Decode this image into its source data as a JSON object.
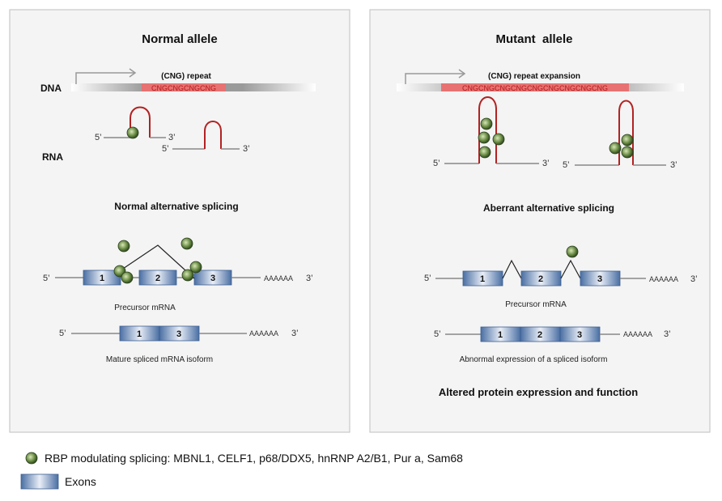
{
  "left_panel": {
    "title": "Normal allele",
    "dna_label": "DNA",
    "rna_label": "RNA",
    "repeat_label": "(CNG) repeat",
    "repeat_seq": "CNGCNGCNGCNG",
    "splicing_title": "Normal alternative splicing",
    "precursor_label": "Precursor mRNA",
    "mature_label": "Mature spliced mRNA isoform",
    "end5": "5’",
    "end3": "3’",
    "polyA": "AAAAAA",
    "exon1": "1",
    "exon2": "2",
    "exon3": "3"
  },
  "right_panel": {
    "title": "Mutant  allele",
    "repeat_label": "(CNG) repeat expansion",
    "repeat_seq": "CNGCNGCNGCNGCNGCNGCNGCNGCNG",
    "splicing_title": "Aberrant alternative splicing",
    "precursor_label": "Precursor mRNA",
    "isoform_label": "Abnormal expression of a spliced isoform",
    "outcome": "Altered protein expression and function",
    "end5": "5’",
    "end3": "3’",
    "polyA": "AAAAAA",
    "exon1": "1",
    "exon2": "2",
    "exon3": "3"
  },
  "legend": {
    "rbp_text": "RBP modulating splicing: MBNL1, CELF1, p68/DDX5, hnRNP A2/B1, Pur a, Sam68",
    "exon_text": "Exons"
  },
  "colors": {
    "panel_bg": "#f4f4f4",
    "panel_border": "#c9c9c9",
    "repeat_red": "#e05555",
    "hairpin_red": "#b22222",
    "rbp_green": "#6a8c4a",
    "exon_blue": "#5a7fb0"
  }
}
